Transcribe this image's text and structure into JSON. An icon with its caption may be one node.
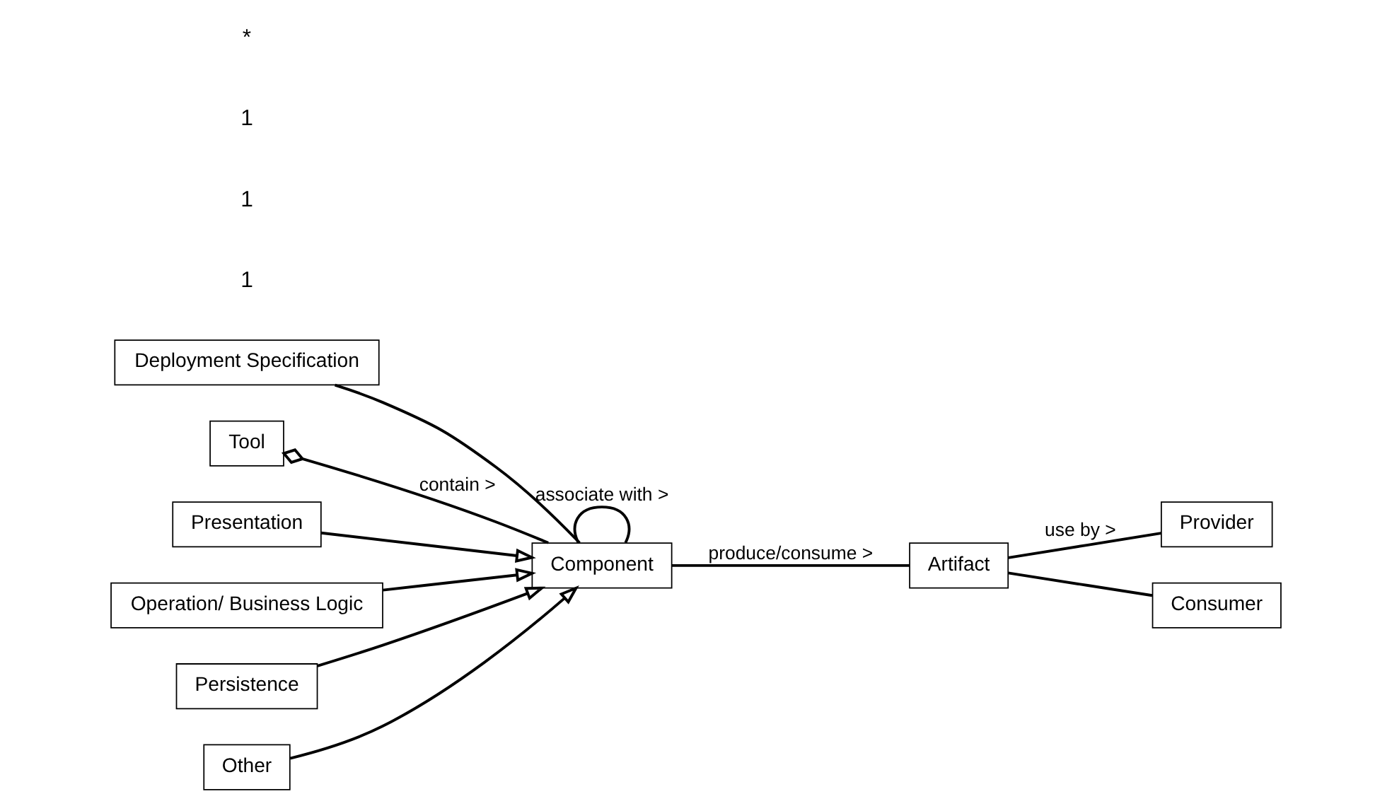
{
  "diagram": {
    "nodes": [
      {
        "text": [
          "Deployment Specification"
        ]
      },
      {
        "text": [
          "Tool"
        ]
      },
      {
        "text": [
          "Component"
        ]
      },
      {
        "text": [
          "Artifact"
        ]
      },
      {
        "text": [
          "Provider"
        ]
      },
      {
        "text": [
          "Consumer"
        ]
      },
      {
        "text": [
          "Presentation"
        ]
      },
      {
        "text": [
          "Operation/ Business Logic"
        ]
      },
      {
        "text": [
          "Persistence"
        ]
      },
      {
        "text": [
          "Other"
        ]
      }
    ],
    "edges": [
      {
        "from": 0,
        "to": 2,
        "arrow": "none"
      },
      {
        "from": 2,
        "to": 2,
        "arrow": "none",
        "label": "associate with >"
      },
      {
        "from": 1,
        "to": 2,
        "arrow": "other",
        "label": "contain >"
      },
      {
        "from": 2,
        "to": 3,
        "arrow": "none",
        "label": "produce/consume >"
      },
      {
        "from": 3,
        "to": 4,
        "arrow": "none",
        "label": "use by >"
      },
      {
        "from": 3,
        "to": 5,
        "arrow": "none"
      },
      {
        "from": 6,
        "to": 2,
        "arrow": "to"
      },
      {
        "from": 7,
        "to": 2,
        "arrow": "to"
      },
      {
        "from": 8,
        "to": 2,
        "arrow": "to"
      },
      {
        "from": 9,
        "to": 2,
        "arrow": "to"
      }
    ],
    "labels": [
      "1",
      "1",
      "1",
      "*"
    ]
  }
}
